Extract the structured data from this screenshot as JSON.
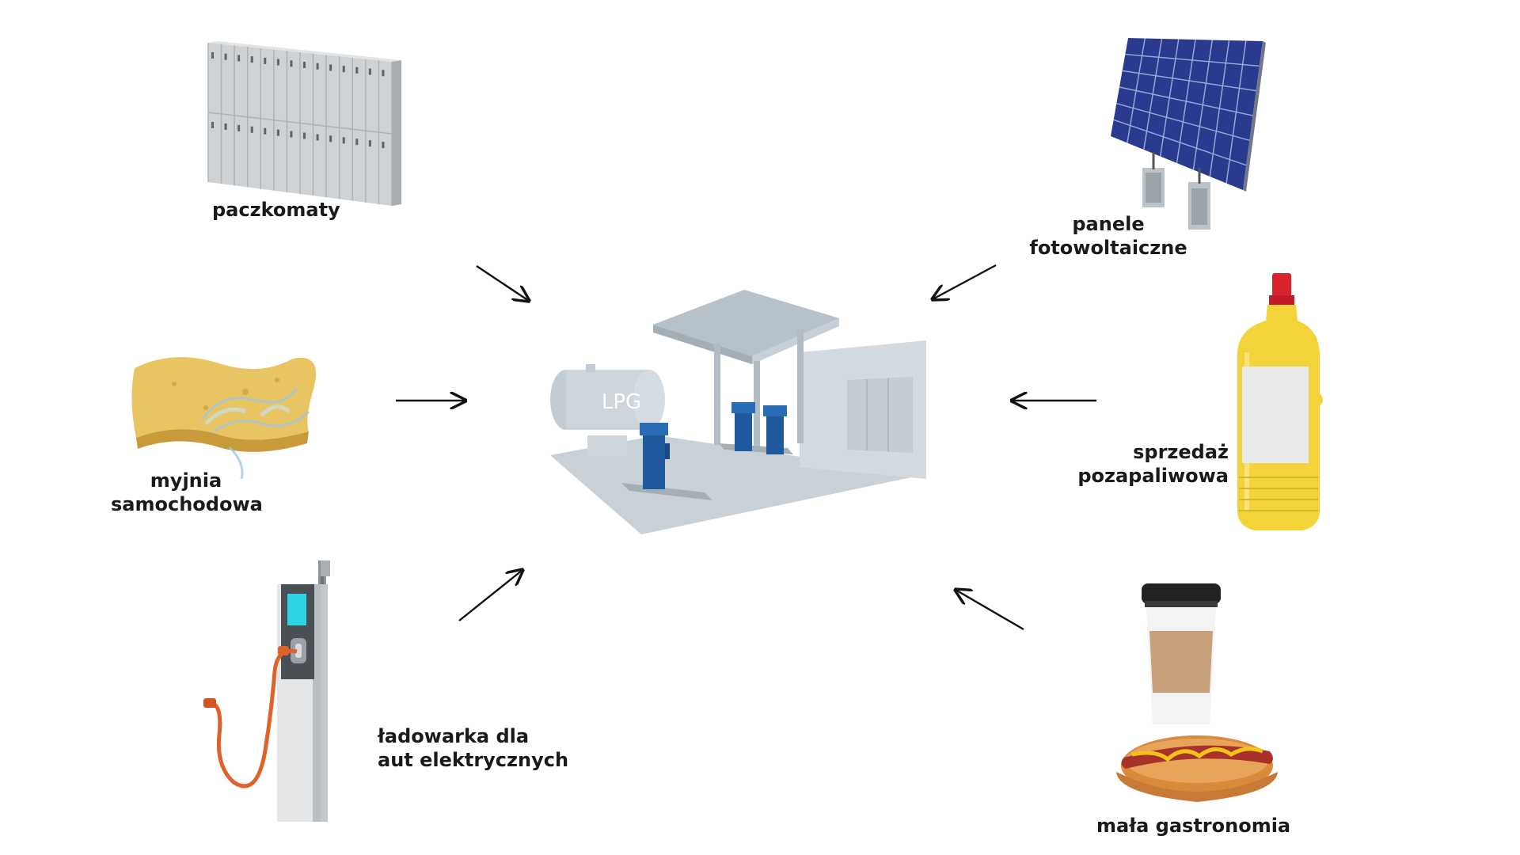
{
  "center": {
    "tank_label": "LPG"
  },
  "items": {
    "parcel_lockers": {
      "label": [
        "paczkomaty"
      ]
    },
    "car_wash": {
      "label": [
        "myjnia",
        "samochodowa"
      ]
    },
    "ev_charger": {
      "label": [
        "ładowarka dla",
        "aut elektrycznych"
      ]
    },
    "solar_panels": {
      "label": [
        "panele",
        "fotowoltaiczne"
      ]
    },
    "non_fuel_sales": {
      "label": [
        "sprzedaż",
        "pozapaliwowa"
      ]
    },
    "gastronomy": {
      "label": [
        "mała gastronomia"
      ]
    }
  },
  "colors": {
    "station_gray": "#bfc8cf",
    "pump_blue": "#1f5a9e",
    "solar_blue": "#2a3a8f",
    "bottle_yellow": "#f2d33a",
    "cable_orange": "#e0622a",
    "sponge_yellow": "#e9c463",
    "arrow": "#111111"
  }
}
